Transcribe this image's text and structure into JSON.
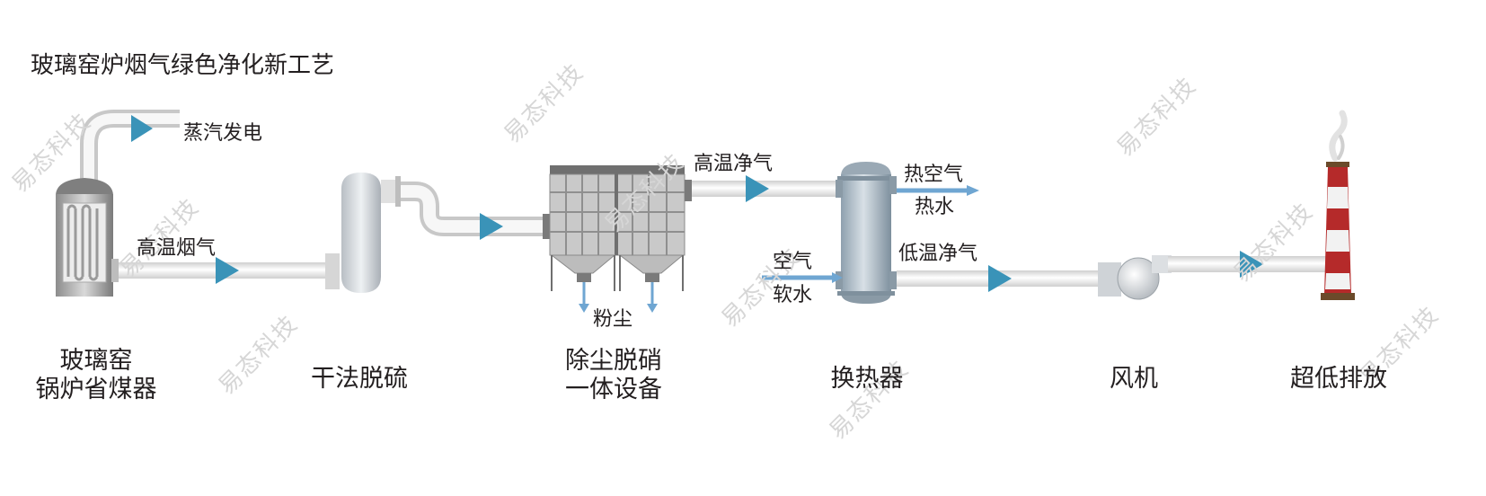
{
  "title": "玻璃窑炉烟气绿色净化新工艺",
  "watermark": "易态科技",
  "flow_labels": {
    "steam_power": "蒸汽发电",
    "high_temp_flue_gas": "高温烟气",
    "high_temp_clean_gas": "高温净气",
    "hot_air": "热空气",
    "hot_water": "热水",
    "air": "空气",
    "soft_water": "软水",
    "low_temp_clean_gas": "低温净气",
    "dust": "粉尘"
  },
  "equipment": {
    "economizer_line1": "玻璃窑",
    "economizer_line2": "锅炉省煤器",
    "desulfurization": "干法脱硫",
    "dust_denitration_line1": "除尘脱硝",
    "dust_denitration_line2": "一体设备",
    "heat_exchanger": "换热器",
    "fan": "风机",
    "ultra_low_emission": "超低排放"
  },
  "colors": {
    "arrow": "#3a93b8",
    "pipe": "#ebebeb",
    "vessel": "#c5cbd1",
    "chimney_red": "#b52a2a",
    "chimney_white": "#f2f2f2",
    "water_line": "#6fa6d2"
  }
}
